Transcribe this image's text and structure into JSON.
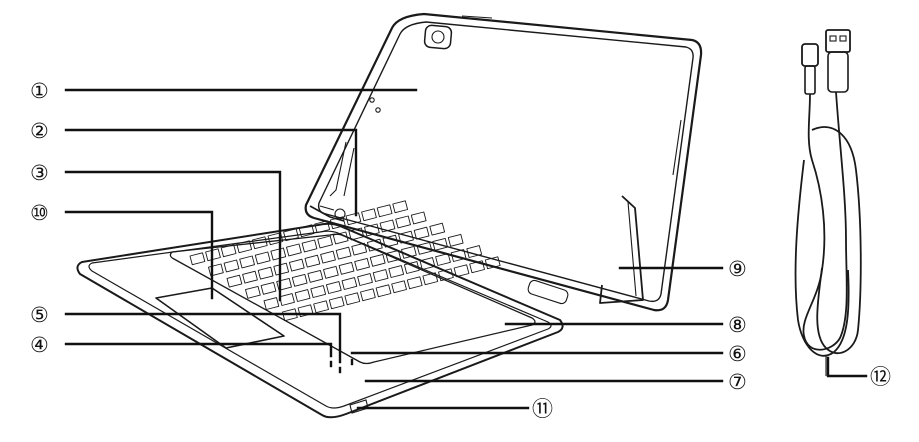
{
  "callouts": [
    {
      "id": "1",
      "label": "①"
    },
    {
      "id": "2",
      "label": "②"
    },
    {
      "id": "3",
      "label": "③"
    },
    {
      "id": "10",
      "label": "⑩"
    },
    {
      "id": "5",
      "label": "⑤"
    },
    {
      "id": "4",
      "label": "④"
    },
    {
      "id": "9",
      "label": "⑨"
    },
    {
      "id": "8",
      "label": "⑧"
    },
    {
      "id": "6",
      "label": "⑥"
    },
    {
      "id": "7",
      "label": "⑦"
    },
    {
      "id": "11",
      "label": "⑪"
    },
    {
      "id": "12",
      "label": "⑫"
    }
  ],
  "icons": {
    "tablet": "tablet-illustration",
    "keyboard": "keyboard-case-illustration",
    "kickstand": "kickstand-illustration",
    "cable": "usb-cable-illustration"
  }
}
